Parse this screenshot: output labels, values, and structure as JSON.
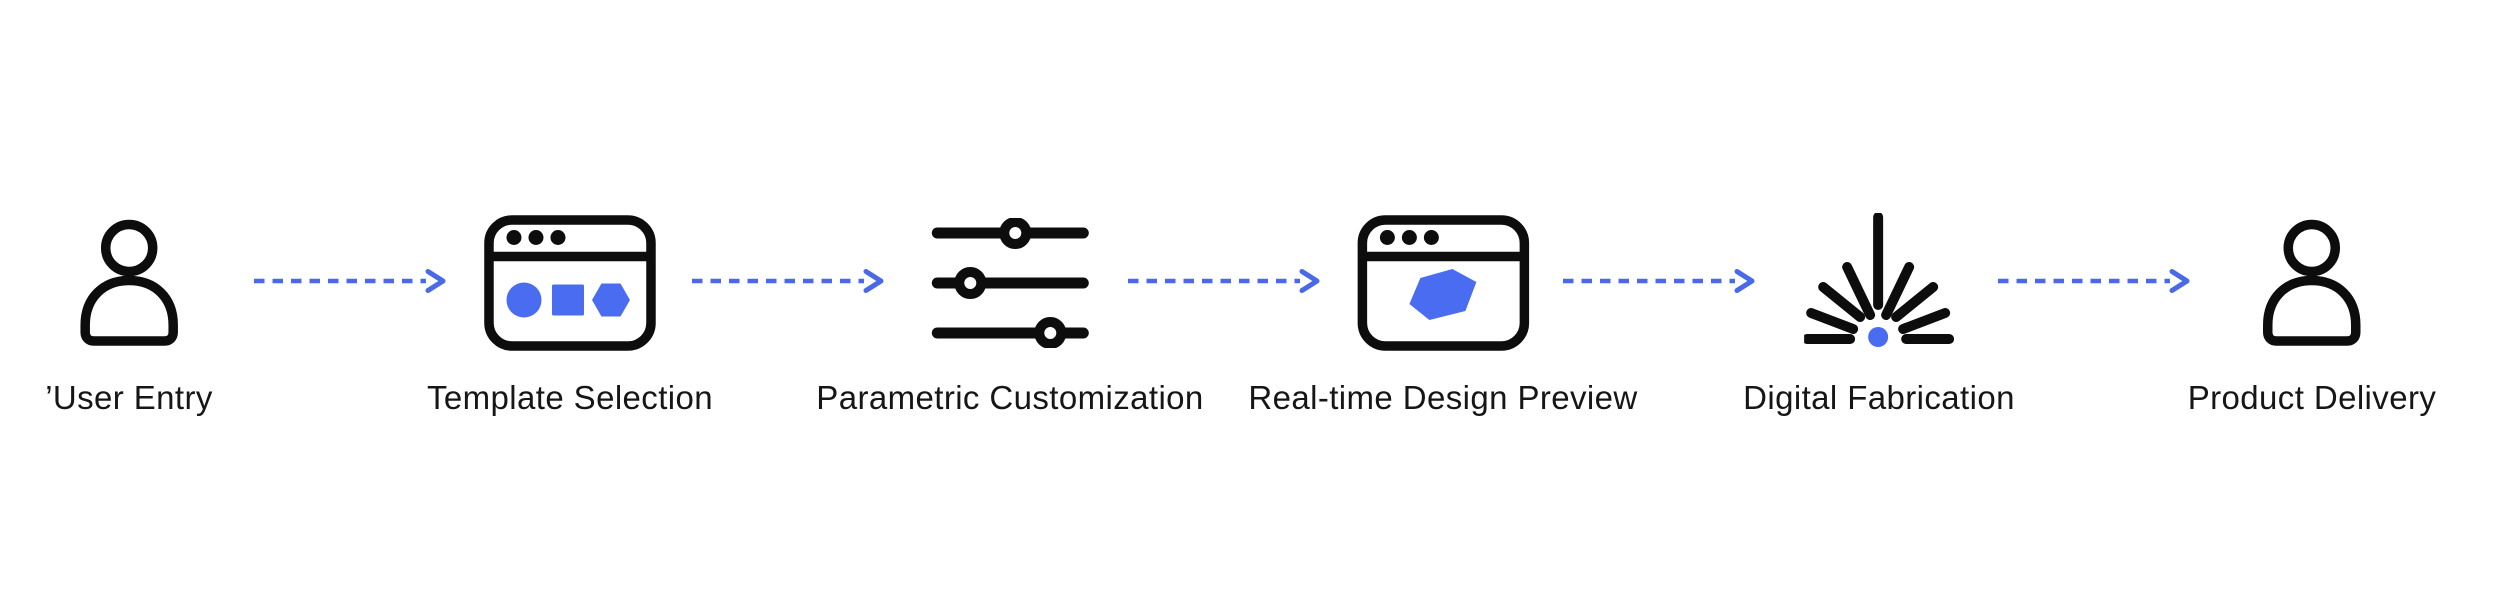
{
  "colors": {
    "background": "#ffffff",
    "icon": "#0d0d0d",
    "label": "#161616",
    "accent": "#4a6cf0",
    "arrow": "#4a69e8"
  },
  "steps": [
    {
      "label": "’User Entry",
      "icon": "user-icon"
    },
    {
      "label": "Template Selection",
      "icon": "template-browser-icon"
    },
    {
      "label": "Parametric Customization",
      "icon": "sliders-icon"
    },
    {
      "label": "Real-time Design Preview",
      "icon": "design-preview-browser-icon"
    },
    {
      "label": "Digital Fabrication",
      "icon": "laser-burst-icon"
    },
    {
      "label": "Product Delivery",
      "icon": "user-icon"
    }
  ],
  "connectors": [
    {
      "type": "dashed-arrow",
      "direction": "right"
    },
    {
      "type": "dashed-arrow",
      "direction": "right"
    },
    {
      "type": "dashed-arrow",
      "direction": "right"
    },
    {
      "type": "dashed-arrow",
      "direction": "right"
    },
    {
      "type": "dashed-arrow",
      "direction": "right"
    }
  ]
}
